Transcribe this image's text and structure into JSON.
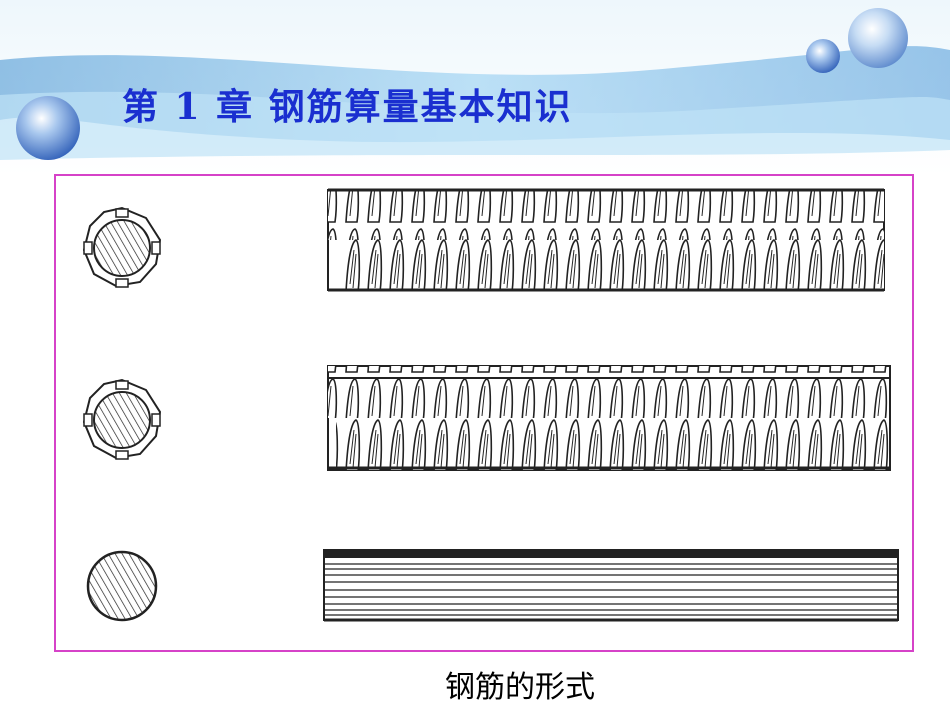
{
  "slide": {
    "title": "第 1 章  钢筋算量基本知识",
    "caption": "钢筋的形式"
  },
  "figure": {
    "items": [
      {
        "name": "crescent-rib-rebar"
      },
      {
        "name": "spiral-rib-rebar"
      },
      {
        "name": "plain-round-bar"
      }
    ]
  },
  "colors": {
    "title": "#1a2fd0",
    "frame_border": "#d642c8",
    "header_blue": "#8cc8ea"
  }
}
